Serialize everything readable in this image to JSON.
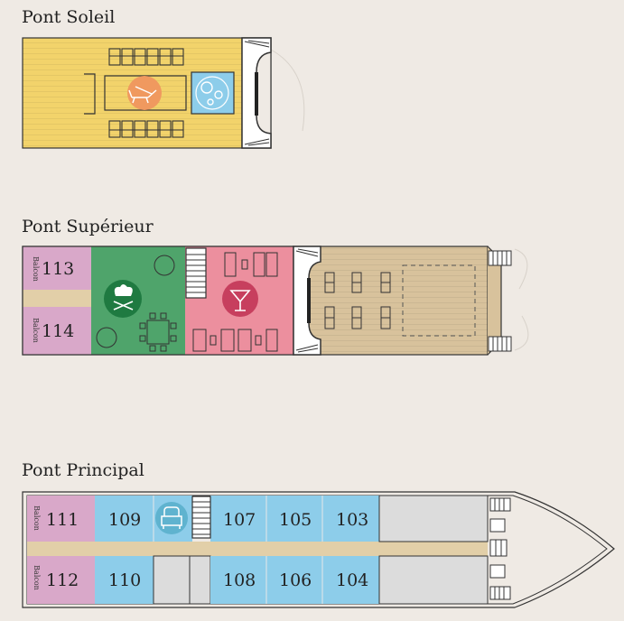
{
  "decks": {
    "sun": {
      "title": "Pont Soleil"
    },
    "upper": {
      "title": "Pont Supérieur",
      "cabins": [
        "113",
        "114"
      ],
      "balcony_label": "Balcon"
    },
    "main": {
      "title": "Pont Principal",
      "cabins_top": [
        "111",
        "109",
        "107",
        "105",
        "103"
      ],
      "cabins_bottom": [
        "112",
        "110",
        "108",
        "106",
        "104"
      ],
      "balcony_label": "Balcon"
    }
  },
  "colors": {
    "background": "#efeae4",
    "sun_deck": "#f2d36b",
    "balcony_cabin": "#d9a8c9",
    "standard_cabin": "#8dcdea",
    "restaurant": "#4fa46b",
    "bar_lounge": "#ec8f9e",
    "aft_deck": "#d8c29c",
    "corridor": "#e2cfa8",
    "service": "#dcdcdc"
  },
  "icons": [
    "sunbed-icon",
    "jacuzzi-icon",
    "chef-hat-icon",
    "cocktail-icon",
    "armchair-icon",
    "staircase-icon"
  ]
}
